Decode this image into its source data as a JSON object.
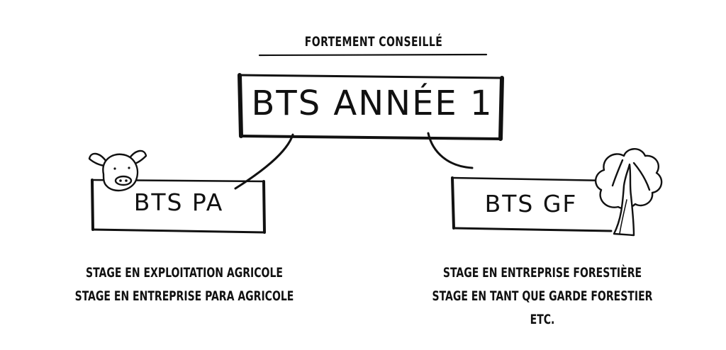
{
  "header": {
    "subtitle": "FORTEMENT CONSEILLÉ",
    "title": "BTS ANNÉE 1"
  },
  "branches": [
    {
      "label": "BTS PA",
      "icon": "pig-icon",
      "details": [
        "STAGE EN EXPLOITATION AGRICOLE",
        "STAGE EN ENTREPRISE PARA AGRICOLE"
      ]
    },
    {
      "label": "BTS GF",
      "icon": "tree-icon",
      "details": [
        "STAGE EN ENTREPRISE FORESTIÈRE",
        "STAGE EN TANT QUE GARDE FORESTIER",
        "ETC."
      ]
    }
  ],
  "colors": {
    "ink": "#111111",
    "background": "#ffffff"
  }
}
